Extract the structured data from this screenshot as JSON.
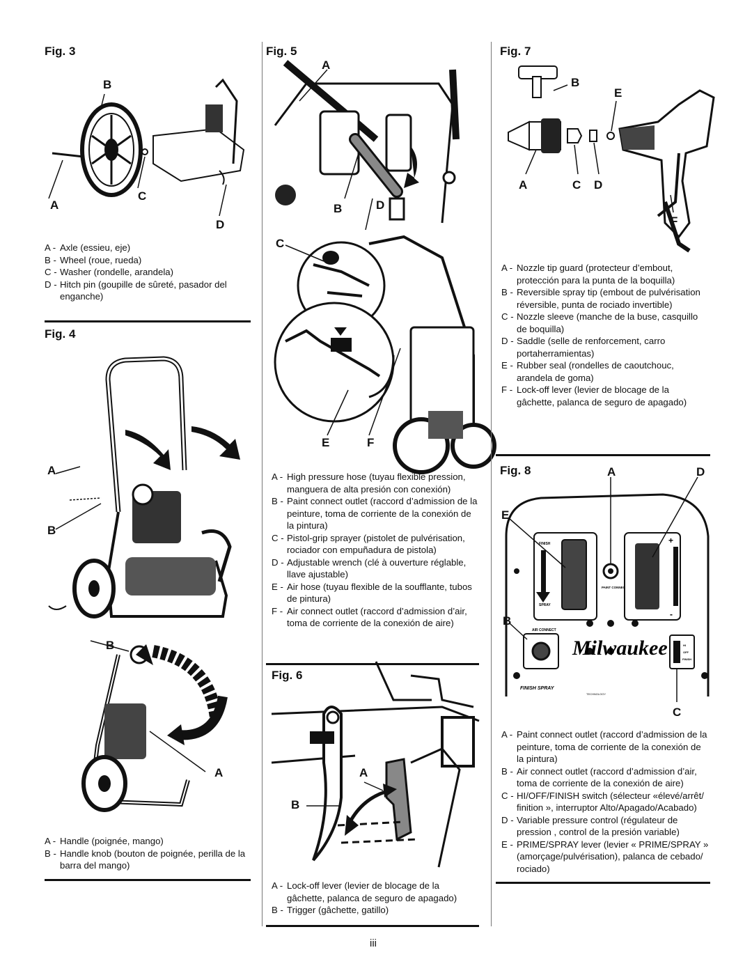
{
  "figures": {
    "fig3": {
      "title": "Fig. 3",
      "callouts": {
        "a": "A",
        "b": "B",
        "c": "C",
        "d": "D"
      },
      "legend": [
        {
          "k": "A -",
          "v": "Axle (essieu, eje)"
        },
        {
          "k": "B -",
          "v": "Wheel (roue, rueda)"
        },
        {
          "k": "C -",
          "v": "Washer (rondelle,  arandela)"
        },
        {
          "k": "D -",
          "v": "Hitch pin (goupille de sûreté, pasador del enganche)"
        }
      ]
    },
    "fig4": {
      "title": "Fig. 4",
      "callouts": {
        "a1": "A",
        "b1": "B",
        "b2": "B",
        "a2": "A"
      },
      "legend": [
        {
          "k": "A -",
          "v": "Handle (poignée, mango)"
        },
        {
          "k": "B -",
          "v": "Handle knob (bouton de poignée, perilla de la barra del mango)"
        }
      ]
    },
    "fig5": {
      "title": "Fig. 5",
      "callouts": {
        "a": "A",
        "b": "B",
        "c": "C",
        "d": "D",
        "e": "E",
        "f": "F"
      },
      "legend": [
        {
          "k": "A -",
          "v": "High pressure hose (tuyau flexible pression, manguera de alta presión con conexión)"
        },
        {
          "k": "B -",
          "v": "Paint connect outlet (raccord d’admission de la peinture, toma de corriente de la conexión de la pintura)"
        },
        {
          "k": "C -",
          "v": "Pistol-grip sprayer (pistolet de pulvérisation, rociador con empuñadura de pistola)"
        },
        {
          "k": "D -",
          "v": "Adjustable wrench (clé à ouverture réglable, llave ajustable)"
        },
        {
          "k": "E -",
          "v": "Air hose (tuyau flexible de la soufflante, tubos de pintura)"
        },
        {
          "k": "F -",
          "v": "Air connect outlet (raccord d’admission d’air, toma de corriente de la conexión de aire)"
        }
      ]
    },
    "fig6": {
      "title": "Fig. 6",
      "callouts": {
        "a": "A",
        "b": "B"
      },
      "legend": [
        {
          "k": "A -",
          "v": "Lock-off lever (levier de blocage de la gâchette, palanca de seguro de apagado)"
        },
        {
          "k": "B -",
          "v": "Trigger (gâchette, gatillo)"
        }
      ]
    },
    "fig7": {
      "title": "Fig. 7",
      "callouts": {
        "a": "A",
        "b": "B",
        "c": "C",
        "d": "D",
        "e": "E",
        "f": "F"
      },
      "legend": [
        {
          "k": "A -",
          "v": "Nozzle tip guard (protecteur d’embout, protección para la punta de la boquilla)"
        },
        {
          "k": "B -",
          "v": "Reversible spray tip (embout de pulvérisation réversible, punta de rociado invertible)"
        },
        {
          "k": "C -",
          "v": "Nozzle sleeve (manche de la buse, casquillo de boquilla)"
        },
        {
          "k": "D -",
          "v": "Saddle (selle de renforcement, carro portaherramientas)"
        },
        {
          "k": "E -",
          "v": "Rubber seal (rondelles de caoutchouc, arandela de goma)"
        },
        {
          "k": "F -",
          "v": "Lock-off lever (levier de blocage de la gâchette, palanca de seguro de apagado)"
        }
      ]
    },
    "fig8": {
      "title": "Fig. 8",
      "callouts": {
        "a": "A",
        "b": "B",
        "c": "C",
        "d": "D",
        "e": "E"
      },
      "panel": {
        "brand": "Milwaukee",
        "finish_spray": "FINISH SPRAY",
        "technology": "TECHNOLOGY",
        "finish": "FINISH",
        "spray": "SPRAY",
        "paint_connect": "PAINT CONNECT",
        "air_connect": "AIR CONNECT",
        "hi": "HI",
        "off": "OFF",
        "finish_sw": "FINISH"
      },
      "legend": [
        {
          "k": "A -",
          "v": "Paint connect outlet (raccord d’admission de la peinture, toma de corriente de la conexión de la pintura)"
        },
        {
          "k": "B -",
          "v": "Air connect outlet (raccord d’admission d’air, toma de corriente de la conexión de aire)"
        },
        {
          "k": "C -",
          "v": "HI/OFF/FINISH switch (sélecteur «élevé/arrêt/ finition », interruptor Alto/Apagado/Acabado)"
        },
        {
          "k": "D -",
          "v": "Variable pressure control (régulateur de pression , control de la presión variable)"
        },
        {
          "k": "E -",
          "v": "PRIME/SPRAY lever (levier « PRIME/SPRAY » (amorçage/pulvérisation), palanca de cebado/ rociado)"
        }
      ]
    }
  },
  "page_number": "iii"
}
